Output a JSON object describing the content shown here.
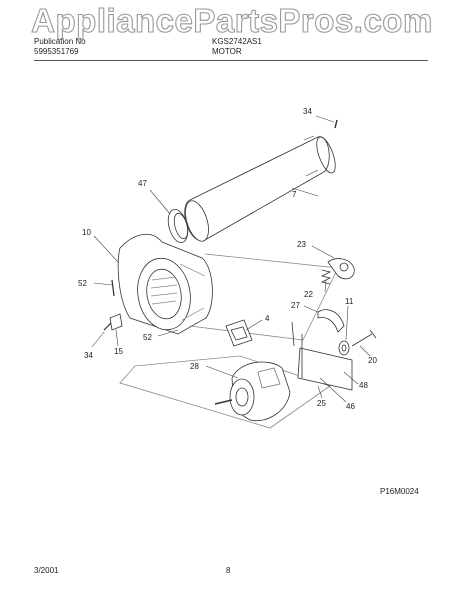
{
  "watermark": "AppliancePartsPros.com",
  "header": {
    "left_line1": "Publication No",
    "left_line2": "5995351769",
    "right_line1": "KGS2742AS1",
    "section_title": "MOTOR"
  },
  "parts": {
    "p34a": "34",
    "p7": "7",
    "p47": "47",
    "p10": "10",
    "p23": "23",
    "p52a": "52",
    "p22": "22",
    "p11": "11",
    "p27": "27",
    "p4": "4",
    "p34b": "34",
    "p15": "15",
    "p52b": "52",
    "p20": "20",
    "p28": "28",
    "p48": "48",
    "p25": "25",
    "p46": "46"
  },
  "figure_ref": "P16M0024",
  "footer": {
    "date": "3/2001",
    "page": "8"
  }
}
